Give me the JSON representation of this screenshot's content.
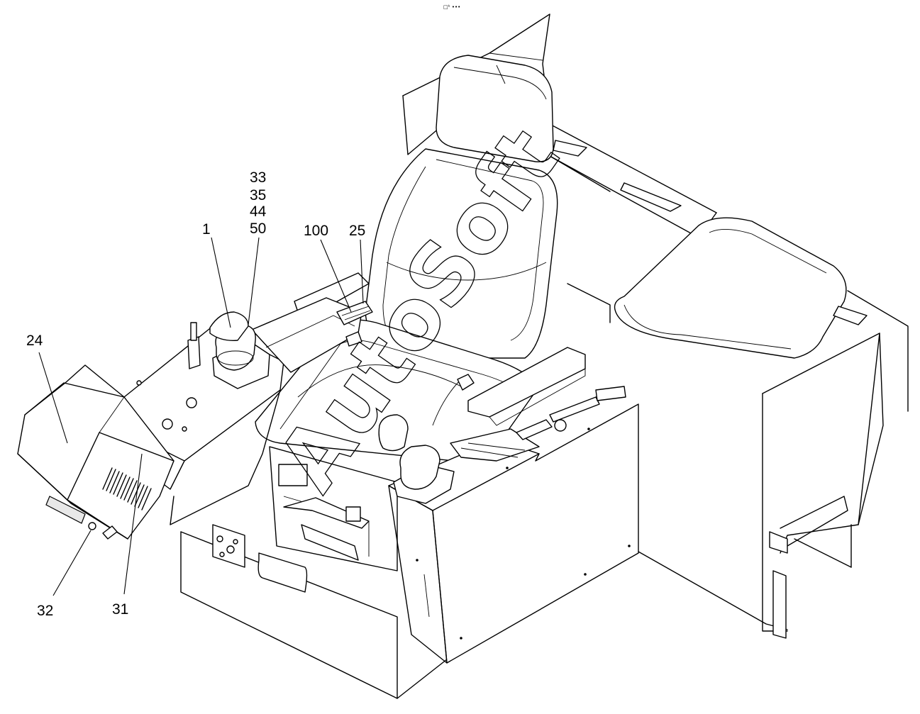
{
  "header_mark": "□ᵇ •••",
  "watermark": "AutoSoft",
  "callouts": {
    "c1": "1",
    "c24": "24",
    "c25": "25",
    "c31": "31",
    "c32": "32",
    "c33": "33",
    "c35": "35",
    "c44": "44",
    "c50": "50",
    "c100": "100"
  },
  "colors": {
    "line": "#000000",
    "background": "#ffffff"
  }
}
